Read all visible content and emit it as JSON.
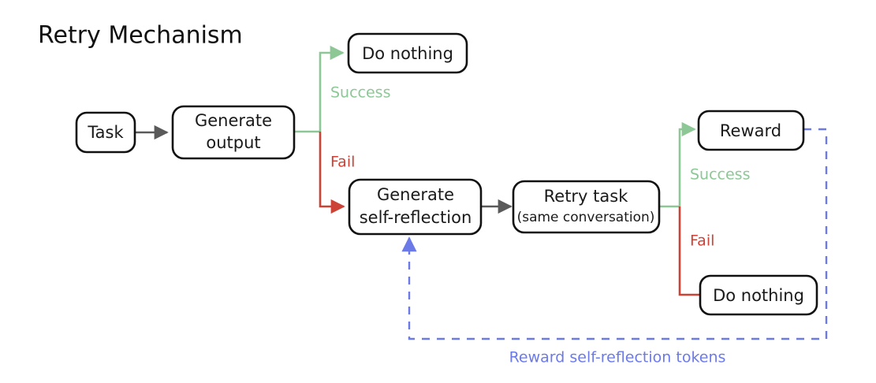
{
  "title": "Retry Mechanism",
  "colors": {
    "success": "#8cc795",
    "fail": "#cc4237",
    "reward_loop": "#6c7ae8",
    "default_edge": "#5a5a5a",
    "node_stroke": "#111111",
    "background": "#ffffff"
  },
  "nodes": {
    "task": {
      "label": "Task"
    },
    "generate_output": {
      "line1": "Generate",
      "line2": "output"
    },
    "do_nothing_top": {
      "label": "Do nothing"
    },
    "generate_self_reflection": {
      "line1": "Generate",
      "line2": "self-reflection"
    },
    "retry_task": {
      "line1": "Retry task",
      "line2": "(same conversation)"
    },
    "reward": {
      "label": "Reward"
    },
    "do_nothing_bottom": {
      "label": "Do nothing"
    }
  },
  "edge_labels": {
    "success_left": "Success",
    "fail_left": "Fail",
    "success_right": "Success",
    "fail_right": "Fail",
    "reward_loop": "Reward self-reflection tokens"
  }
}
